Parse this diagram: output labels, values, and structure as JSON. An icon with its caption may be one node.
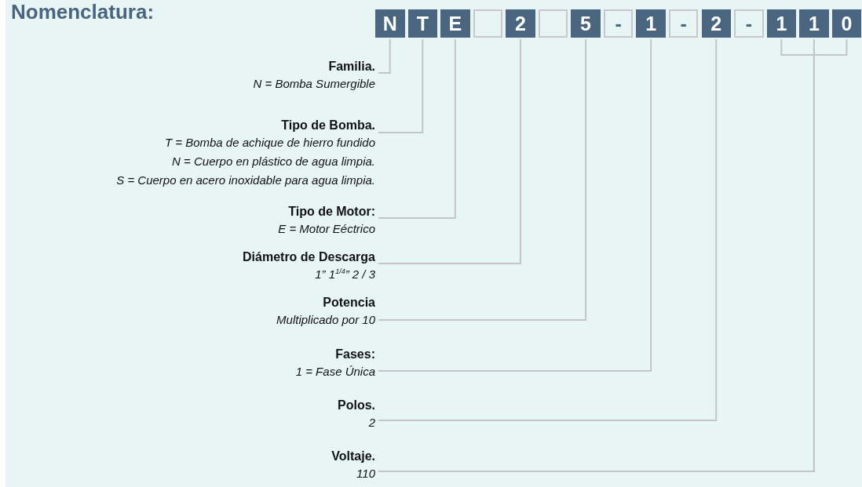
{
  "diagram": {
    "title": "Nomenclatura:",
    "nodes": [
      {
        "text": [
          "N"
        ]
      },
      {
        "text": [
          "T"
        ]
      },
      {
        "text": [
          "E"
        ]
      },
      {
        "text": [],
        "shape": "box"
      },
      {
        "text": [
          "2"
        ]
      },
      {
        "text": [],
        "shape": "box"
      },
      {
        "text": [
          "5"
        ]
      },
      {
        "text": [
          "-"
        ]
      },
      {
        "text": [
          "1"
        ]
      },
      {
        "text": [
          "-"
        ]
      },
      {
        "text": [
          "2"
        ]
      },
      {
        "text": [
          "-"
        ]
      },
      {
        "text": [
          "1"
        ]
      },
      {
        "text": [
          "1"
        ]
      },
      {
        "text": [
          "0"
        ]
      },
      {
        "text": [
          "Familia.",
          "N = Bomba Sumergible"
        ]
      },
      {
        "text": [
          "Tipo de Bomba.",
          "T = Bomba de achique de hierro fundido",
          "N = Cuerpo en plástico de agua limpia.",
          "S = Cuerpo en acero inoxidable para agua limpia."
        ]
      },
      {
        "text": [
          "Tipo de Motor:",
          "E = Motor Eéctrico"
        ]
      },
      {
        "text": [
          "Diámetro de Descarga",
          "1” 1$^{1/4}$” 2 / 3"
        ]
      },
      {
        "text": [
          "Potencia",
          "Multiplicado por 10"
        ]
      },
      {
        "text": [
          "Fases:",
          "1 = Fase Única"
        ]
      },
      {
        "text": [
          "Polos.",
          "2"
        ]
      },
      {
        "text": [
          "Voltaje.",
          "110"
        ]
      }
    ],
    "edges": [
      {
        "from": 15,
        "to": 0,
        "arrow": "none"
      },
      {
        "from": 16,
        "to": 1,
        "arrow": "none"
      },
      {
        "from": 17,
        "to": 2,
        "arrow": "none"
      },
      {
        "from": 18,
        "to": 4,
        "arrow": "none"
      },
      {
        "from": 19,
        "to": 6,
        "arrow": "none"
      },
      {
        "from": 20,
        "to": 8,
        "arrow": "none"
      },
      {
        "from": 21,
        "to": 10,
        "arrow": "none"
      },
      {
        "from": 22,
        "to": 12,
        "arrow": "none"
      },
      {
        "from": 22,
        "to": 13,
        "arrow": "none"
      },
      {
        "from": 22,
        "to": 14,
        "arrow": "none"
      }
    ]
  }
}
